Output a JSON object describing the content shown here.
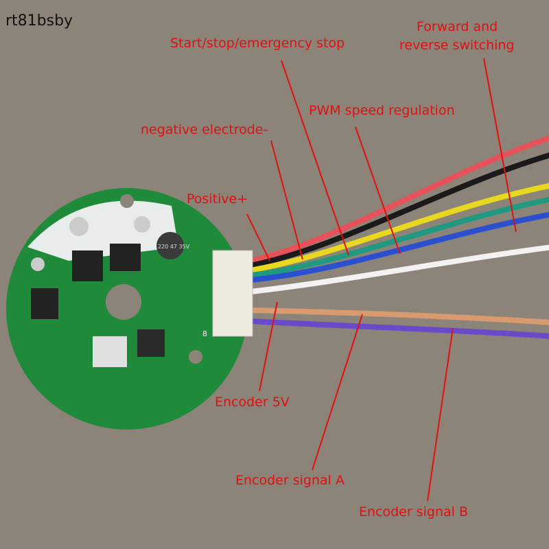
{
  "watermark": "rt81bsby",
  "labels": {
    "start_stop": "Start/stop/emergency stop",
    "forward_line1": "Forward and",
    "forward_line2": "reverse switching",
    "pwm": "PWM speed regulation",
    "negative": "negative electrode-",
    "positive": "Positive+",
    "encoder_5v": "Encoder 5V",
    "signal_a": "Encoder signal A",
    "signal_b": "Encoder signal B"
  },
  "colors": {
    "annotation": "#e01010",
    "pcb": "#1f8a3a",
    "background": "#8c8479"
  },
  "capacitor_text": "220 47 35V",
  "connector_pin_mark": "8"
}
